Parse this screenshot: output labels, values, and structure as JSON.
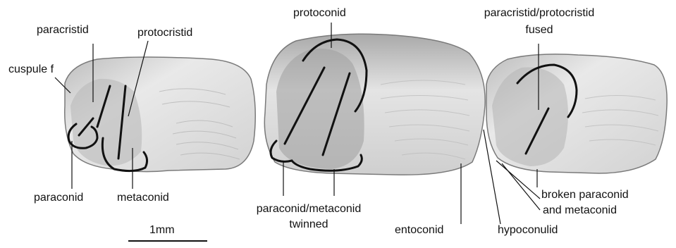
{
  "labels": {
    "paracristid": "paracristid",
    "protocristid": "protocristid",
    "cuspule_f": "cuspule f",
    "protoconid": "protoconid",
    "paracristid_protocristid": "paracristid/protocristid",
    "fused": "fused",
    "paraconid": "paraconid",
    "metaconid": "metaconid",
    "paraconid_metaconid": "paraconid/metaconid",
    "twinned": "twinned",
    "entoconid": "entoconid",
    "hypoconulid": "hypoconulid",
    "broken_paraconid": "broken paraconid",
    "and_metaconid": "and metaconid"
  },
  "scale_bar": {
    "label": "1mm"
  },
  "colors": {
    "tooth_light": "#e6e6e6",
    "tooth_mid": "#c9c9c9",
    "tooth_dark": "#8c8c8c",
    "ink": "#111111"
  }
}
